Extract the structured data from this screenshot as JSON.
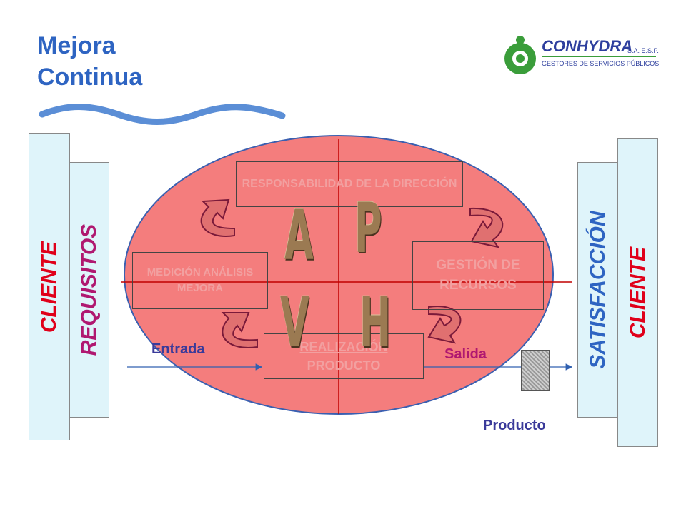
{
  "title": {
    "line1": "Mejora",
    "line2": "Continua"
  },
  "logo": {
    "name": "CONHYDRA",
    "suffix": "S.A.  E.S.P.",
    "tagline": "GESTORES DE SERVICIOS PÚBLICOS",
    "icon": "conhydra-logo-icon"
  },
  "left": {
    "outer": "CLIENTE",
    "inner": "REQUISITOS"
  },
  "right": {
    "inner": "SATISFACCIÓN",
    "outer": "CLIENTE"
  },
  "boxes": {
    "responsabilidad": "RESPONSABILIDAD DE LA DIRECCIÓN",
    "gestion": "GESTIÓN DE RECURSOS",
    "medicion": "MEDICIÓN ANÁLISIS MEJORA",
    "realizacion": "REALIZACIÓN PRODUCTO"
  },
  "pdca": {
    "a": "A",
    "p": "P",
    "v": "V",
    "h": "H"
  },
  "labels": {
    "entrada": "Entrada",
    "salida": "Salida",
    "producto": "Producto"
  },
  "colors": {
    "title": "#2e64c2",
    "ellipse": "#f47d7d",
    "cliente": "#e0001a",
    "requisitos": "#b01870",
    "satisfaccion": "#2e64c2",
    "panel": "#dff4fa"
  }
}
